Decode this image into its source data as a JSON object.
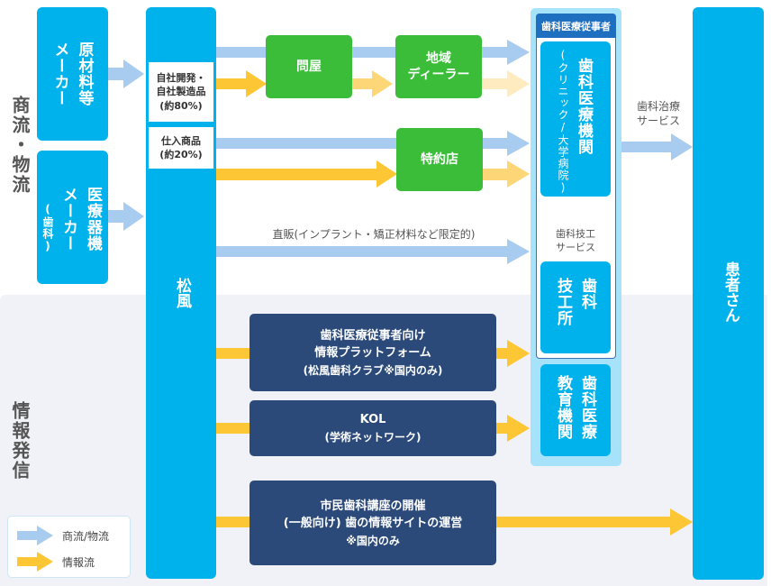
{
  "sections": {
    "commerce": "商流・物流",
    "information": "情報発信"
  },
  "suppliers": {
    "raw_material": {
      "col1": "原材料等",
      "col2": "メーカー"
    },
    "medical_device": {
      "col1": "医療器機",
      "col2": "メーカー",
      "col3": "(歯科)"
    }
  },
  "shofu": {
    "name": "松風",
    "products": [
      {
        "line1": "自社開発・",
        "line2": "自社製造品",
        "line3": "(約80%)"
      },
      {
        "line1": "仕入商品",
        "line2": "(約20%)"
      }
    ]
  },
  "distribution": {
    "wholesaler": "問屋",
    "regional_dealer": {
      "line1": "地域",
      "line2": "ディーラー"
    },
    "special_agent": "特約店",
    "direct_sales": "直販(インプラント・矯正材料など限定的)"
  },
  "dental_professionals": {
    "header": "歯科医療従事者",
    "institution": {
      "main": "歯科医療機関",
      "sub": "(クリニック/大学病院)"
    },
    "lab_service": {
      "line1": "歯科技工",
      "line2": "サービス"
    },
    "lab": {
      "col1": "歯科",
      "col2": "技工所"
    },
    "education": {
      "col1": "歯科医療",
      "col2": "教育機関"
    }
  },
  "treatment_service": {
    "line1": "歯科治療",
    "line2": "サービス"
  },
  "patient": "患者さん",
  "info_boxes": [
    {
      "line1": "歯科医療従事者向け",
      "line2": "情報プラットフォーム",
      "line3": "(松風歯科クラブ※国内のみ)"
    },
    {
      "line1": "KOL",
      "line2": "(学術ネットワーク)"
    },
    {
      "line1": "市民歯科講座の開催",
      "line2": "(一般向け) 歯の情報サイトの運営",
      "line3": "※国内のみ"
    }
  ],
  "legend": {
    "items": [
      {
        "label": "商流/物流",
        "icon": "blue-arrow-icon",
        "color": "#a8cbf0"
      },
      {
        "label": "情報流",
        "icon": "yellow-arrow-icon",
        "color": "#fcc634"
      }
    ]
  },
  "colors": {
    "cyan": "#00b2ec",
    "green": "#3bbd39",
    "navy": "#2b4a7a",
    "commerce_arrow": "#a8cbf0",
    "info_arrow": "#fcc634",
    "band": "#f0f2f7"
  }
}
